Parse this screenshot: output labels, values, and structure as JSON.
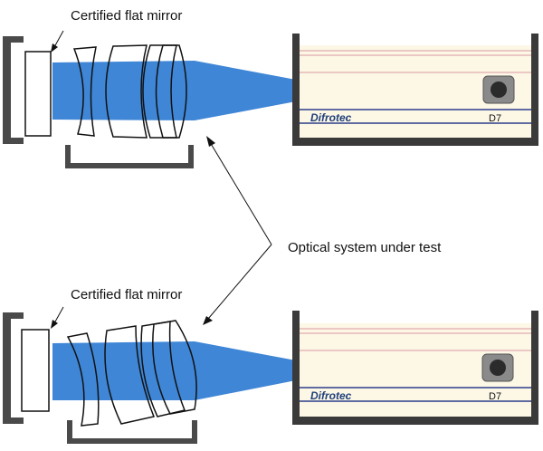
{
  "labels": {
    "mirror_top": "Certified flat mirror",
    "mirror_bottom": "Certified flat mirror",
    "system_under_test": "Optical system under test"
  },
  "instrument": {
    "brand": "Difrotec",
    "model": "D7"
  },
  "colors": {
    "beam": "#3f86d6",
    "instrument_body": "#fdf7e6",
    "instrument_frame": "#3a3a3a",
    "rail": "#4a4a4a",
    "instrument_lines": "#2c3e8a",
    "instrument_pink": "#e7b8b8",
    "brand": "#1f3f7a"
  }
}
